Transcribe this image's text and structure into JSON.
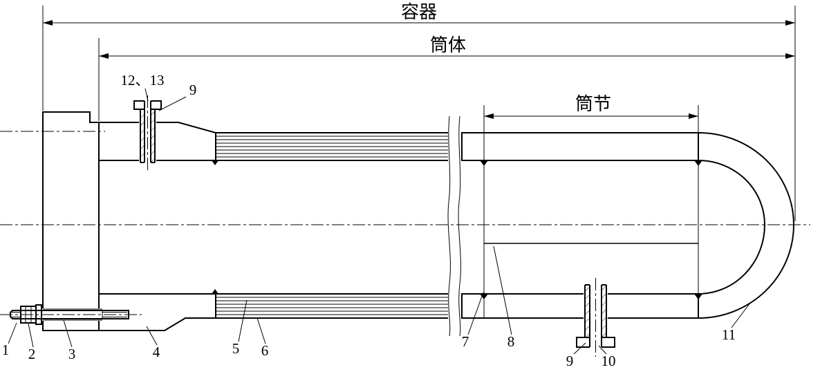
{
  "dimension_labels": {
    "vessel": "容器",
    "cylinder": "筒体",
    "shell_course": "筒节"
  },
  "part_callouts": {
    "n1": "1",
    "n2": "2",
    "n3": "3",
    "n4": "4",
    "n5": "5",
    "n6": "6",
    "n7": "7",
    "n8": "8",
    "n9_top": "9",
    "n9_bottom": "9",
    "n10": "10",
    "n11": "11",
    "n12_13": "12、13"
  },
  "colors": {
    "line": "#000000",
    "background": "#ffffff"
  }
}
